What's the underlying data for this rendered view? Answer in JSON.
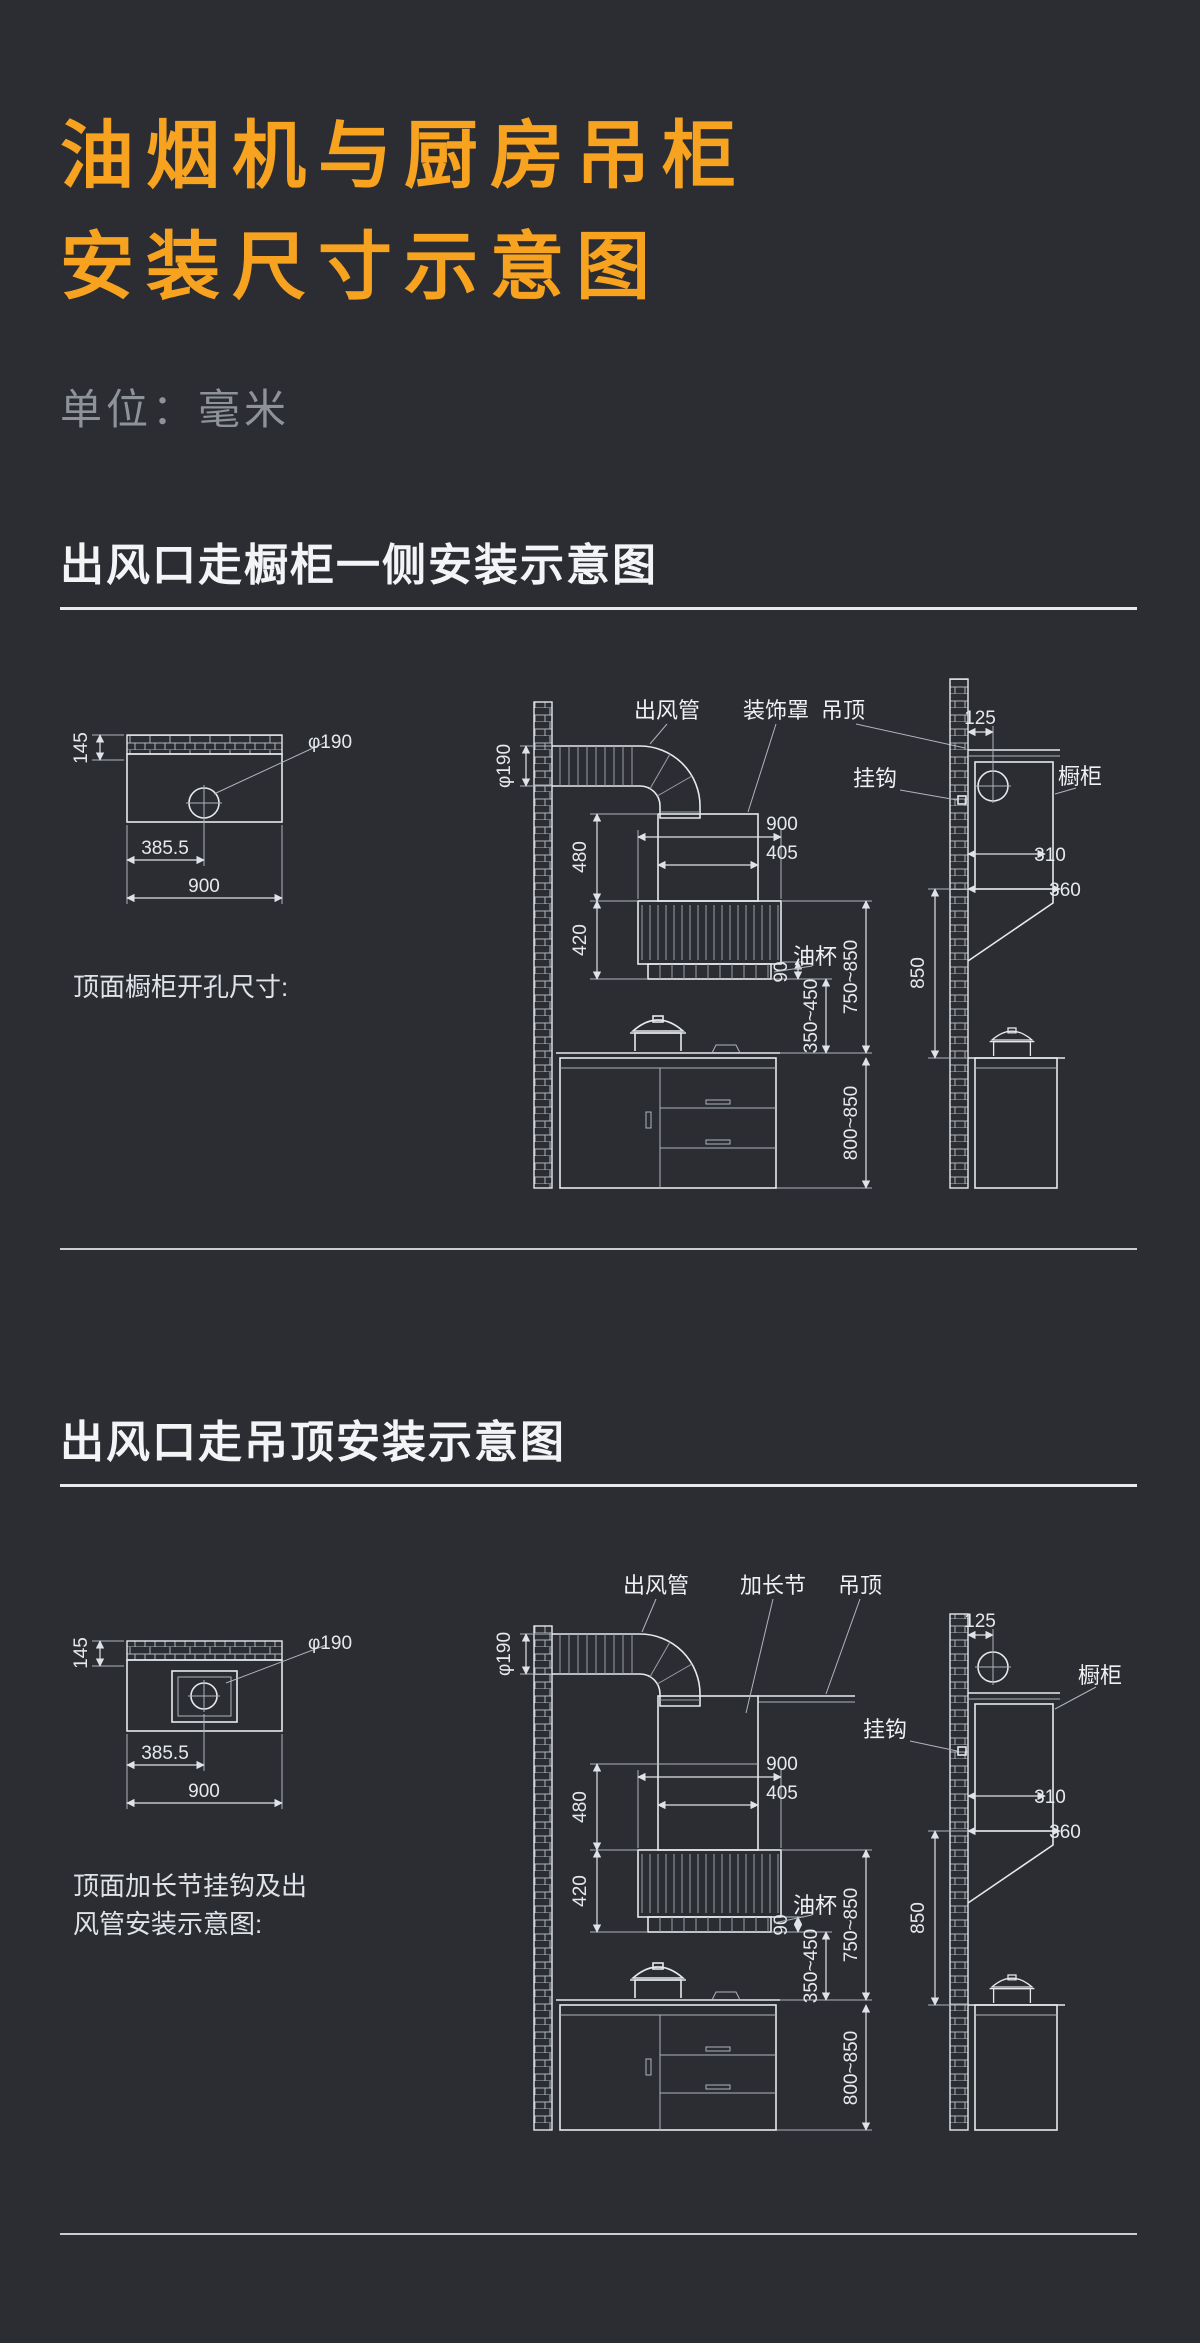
{
  "colors": {
    "background": "#2b2d33",
    "accent_title": "#f7a320",
    "line": "#e6e9ec"
  },
  "page": {
    "title_line1": "油烟机与厨房吊柜",
    "title_line2": "安装尺寸示意图",
    "unit_label": "单位：毫米"
  },
  "section1": {
    "heading": "出风口走橱柜一侧安装示意图",
    "topview": {
      "caption": "顶面橱柜开孔尺寸:",
      "hole_dia": "φ190",
      "dim_depth": "145",
      "dim_offset": "385.5",
      "dim_width": "900"
    },
    "elevation": {
      "duct_dia": "φ190",
      "label_duct": "出风管",
      "label_cover": "装饰罩",
      "label_ceiling": "吊顶",
      "label_oilcup": "油杯",
      "dim_hood_width": "900",
      "dim_chimney_width": "405",
      "dim_chimney_height": "480",
      "dim_body_height": "420",
      "dim_oilcup_height": "90",
      "dim_hood_to_cooktop": "350~450",
      "dim_body_top_to_counter": "750~850",
      "dim_counter_height": "800~850"
    },
    "side": {
      "label_hook": "挂钩",
      "label_cabinet": "橱柜",
      "dim_duct_offset": "125",
      "dim_cabinet_depth_inner": "310",
      "dim_cabinet_depth_outer": "360",
      "dim_cabinet_to_counter": "850"
    }
  },
  "section2": {
    "heading": "出风口走吊顶安装示意图",
    "topview": {
      "caption_line1": "顶面加长节挂钩及出",
      "caption_line2": "风管安装示意图:",
      "hole_dia": "φ190",
      "dim_depth": "145",
      "dim_offset": "385.5",
      "dim_width": "900"
    },
    "elevation": {
      "duct_dia": "φ190",
      "label_duct": "出风管",
      "label_extension": "加长节",
      "label_ceiling": "吊顶",
      "label_oilcup": "油杯",
      "dim_hood_width": "900",
      "dim_chimney_width": "405",
      "dim_chimney_height": "480",
      "dim_body_height": "420",
      "dim_oilcup_height": "90",
      "dim_hood_to_cooktop": "350~450",
      "dim_body_top_to_counter": "750~850",
      "dim_counter_height": "800~850"
    },
    "side": {
      "label_hook": "挂钩",
      "label_cabinet": "橱柜",
      "dim_duct_offset": "125",
      "dim_cabinet_depth_inner": "310",
      "dim_cabinet_depth_outer": "360",
      "dim_cabinet_to_counter": "850"
    }
  }
}
